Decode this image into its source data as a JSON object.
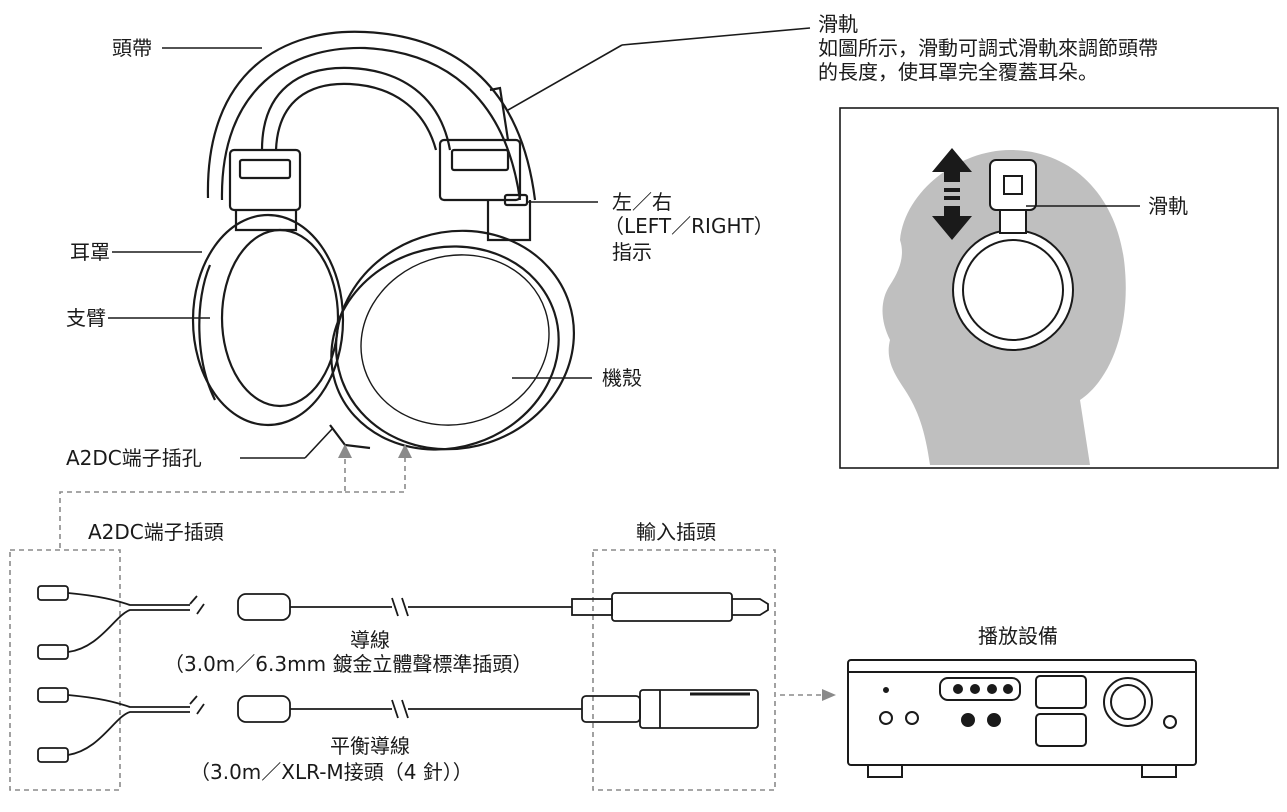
{
  "labels": {
    "headband": "頭帶",
    "earpad": "耳罩",
    "arm": "支臂",
    "housing": "機殼",
    "jack": "A2DC端子插孔",
    "lr_line1": "左／右",
    "lr_line2": "（LEFT／RIGHT）",
    "lr_line3": "指示",
    "slider_title": "滑軌",
    "slider_desc1": "如圖所示，滑動可調式滑軌來調節頭帶",
    "slider_desc2": "的長度，使耳罩完全覆蓋耳朵。",
    "slider_inset": "滑軌",
    "plug_a2dc": "A2DC端子插頭",
    "plug_input": "輸入插頭",
    "cable1_name": "導線",
    "cable1_spec": "（3.0m／6.3mm 鍍金立體聲標準插頭）",
    "cable2_name": "平衡導線",
    "cable2_spec": "（3.0m／XLR-M接頭（4 針））",
    "device": "播放設備"
  }
}
